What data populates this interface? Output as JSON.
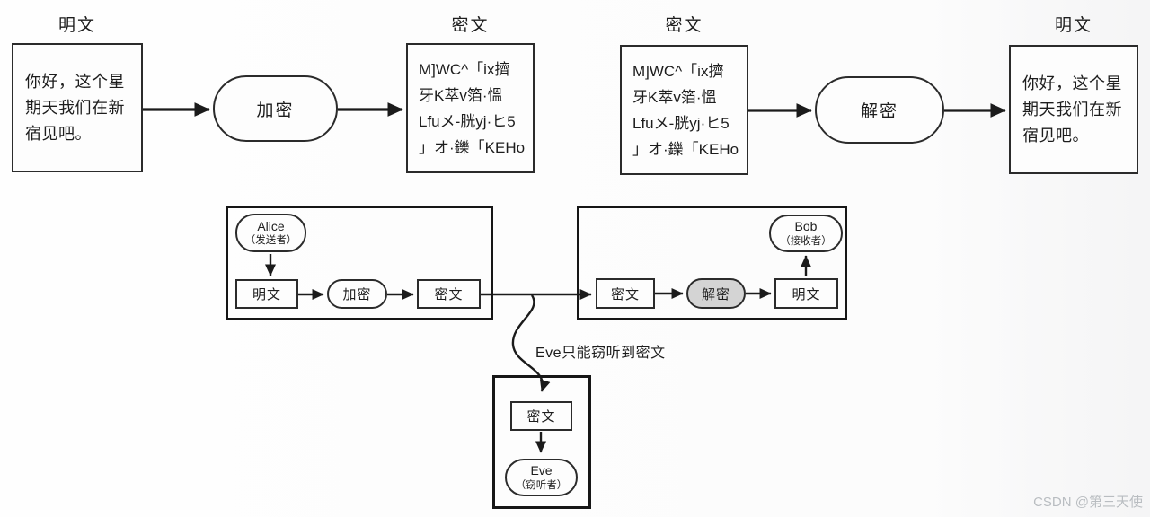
{
  "colors": {
    "ink": "#1b1b1b",
    "highlight_fill": "#d4d4d4",
    "watermark": "#b9bdc1"
  },
  "top_flow": {
    "encrypt_stage": {
      "input_title": "明文",
      "input_text": "你好，这个星\n期天我们在新\n宿见吧。",
      "process_label": "加密",
      "output_title": "密文",
      "output_text": "M]WC^「ix擠\n牙K萃v箔·慍\nLfuメ-胱yj·ヒ5\n」オ·鑠「KEHo"
    },
    "decrypt_stage": {
      "input_title": "密文",
      "input_text": "M]WC^「ix擠\n牙K萃v箔·慍\nLfuメ-胱yj·ヒ5\n」オ·鑠「KEHo",
      "process_label": "解密",
      "output_title": "明文",
      "output_text": "你好，这个星\n期天我们在新\n宿见吧。"
    }
  },
  "scenario": {
    "sender": {
      "actor": "Alice",
      "role": "（发送者）",
      "step1": "明文",
      "step2": "加密",
      "step3": "密文"
    },
    "receiver": {
      "actor": "Bob",
      "role": "（接收者）",
      "step1": "密文",
      "step2": "解密",
      "step3": "明文"
    },
    "eavesdropper": {
      "actor": "Eve",
      "role": "（窃听者）",
      "intercepted": "密文",
      "note": "Eve只能窃听到密文"
    }
  },
  "watermark": "CSDN @第三天使"
}
